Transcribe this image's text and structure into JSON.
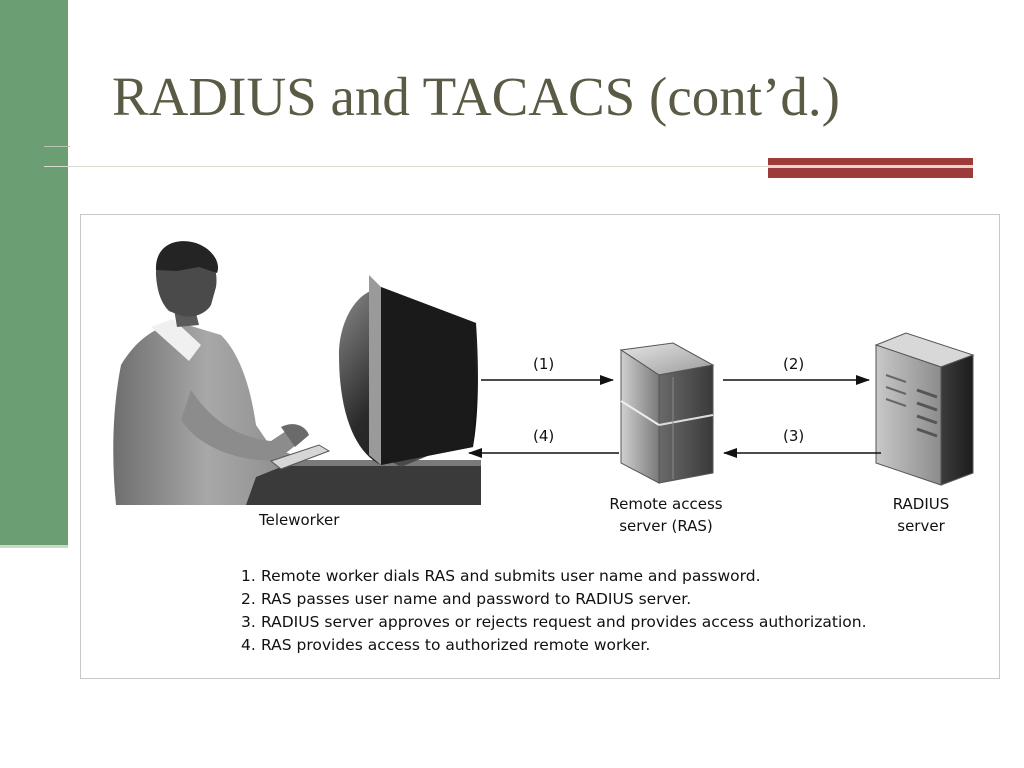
{
  "slide": {
    "title": "RADIUS and TACACS (cont’d.)",
    "colors": {
      "sidebar": "#6b9f73",
      "accent": "#9d3a3a",
      "title": "#5a5a45"
    }
  },
  "diagram": {
    "nodes": {
      "teleworker": "Teleworker",
      "ras_line1": "Remote access",
      "ras_line2": "server (RAS)",
      "radius_line1": "RADIUS",
      "radius_line2": "server"
    },
    "arrows": {
      "a1": "(1)",
      "a2": "(2)",
      "a3": "(3)",
      "a4": "(4)"
    },
    "steps": [
      {
        "num": "1.",
        "text": "Remote worker dials RAS and submits user name and password."
      },
      {
        "num": "2.",
        "text": "RAS passes user name and password to RADIUS server."
      },
      {
        "num": "3.",
        "text": "RADIUS server approves or rejects request and provides access authorization."
      },
      {
        "num": "4.",
        "text": "RAS provides access to authorized remote worker."
      }
    ]
  }
}
